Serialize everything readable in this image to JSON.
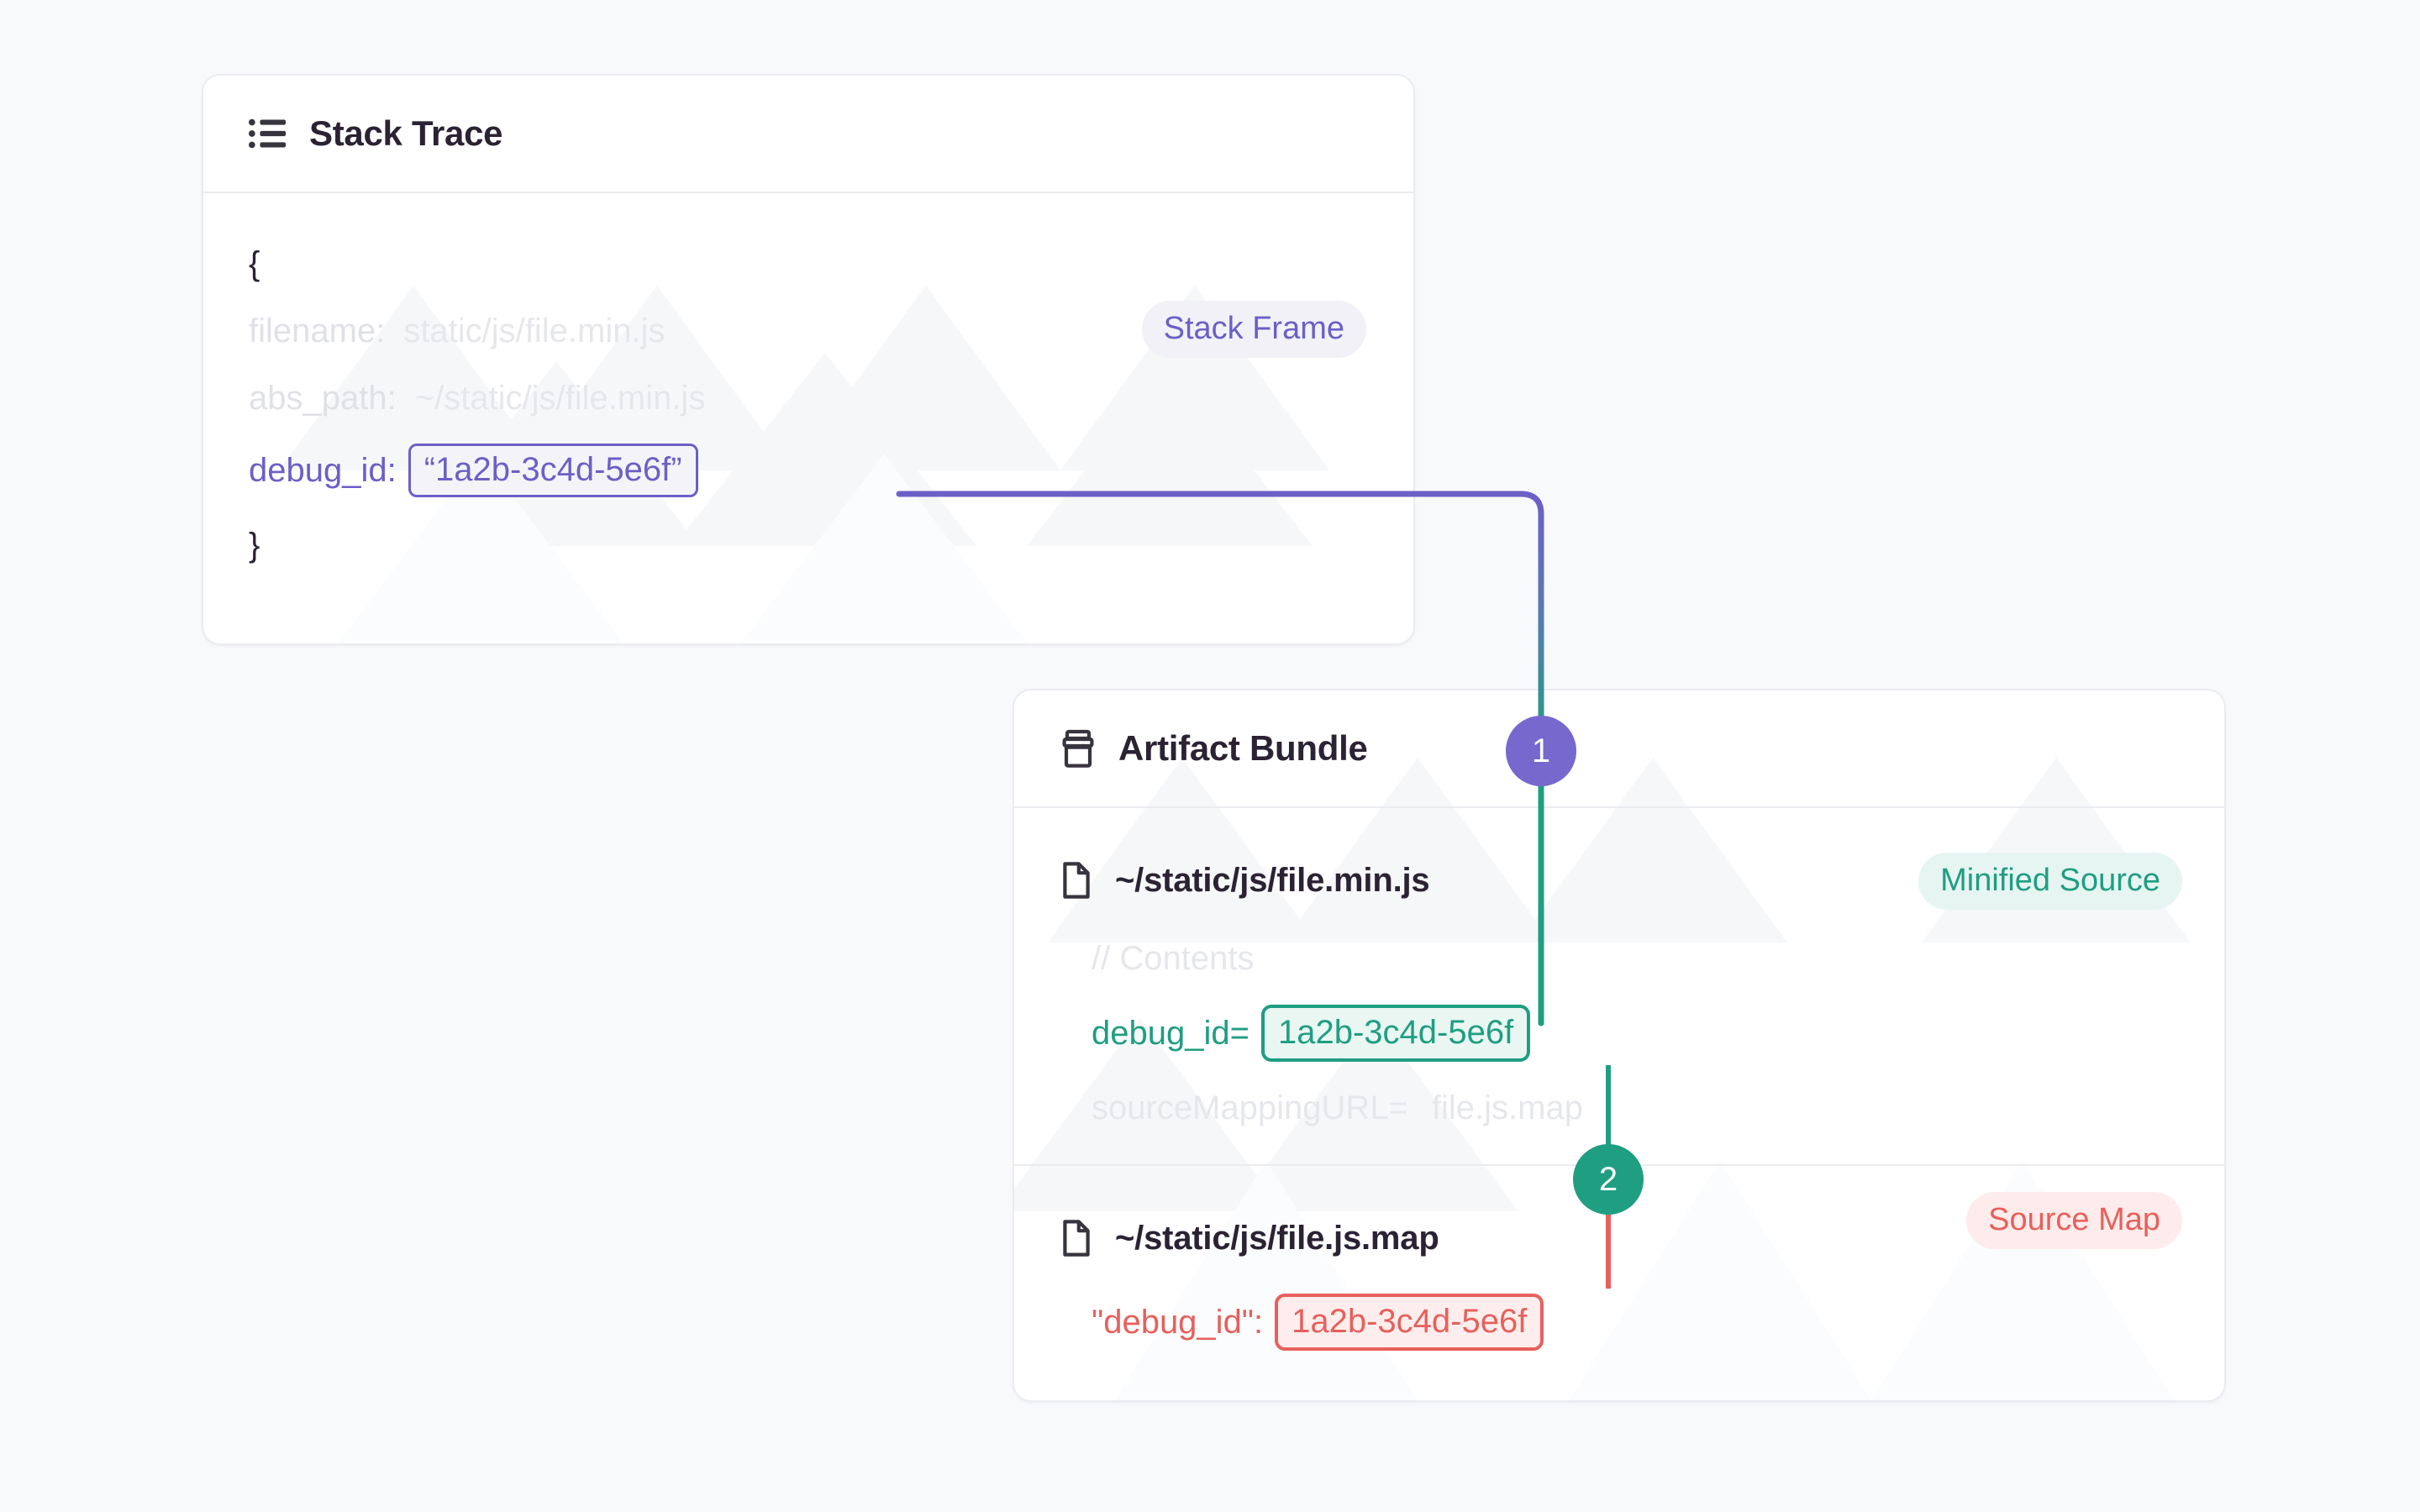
{
  "canvas": {
    "background_color": "#f8f9fb",
    "accent_purple": "#6c5fc7",
    "accent_green": "#1f9e82",
    "accent_red": "#e8605c"
  },
  "stack_trace_card": {
    "icon": "list-icon",
    "title": "Stack Trace",
    "badge": {
      "label": "Stack Frame",
      "color": "#6c5fc7",
      "background": "#f1f1f7"
    },
    "open_brace": "{",
    "close_brace": "}",
    "fields": [
      {
        "key": "filename:",
        "value": "static/js/file.min.js",
        "muted": "true"
      },
      {
        "key": "abs_path:",
        "value": "~/static/js/file.min.js",
        "muted": "true"
      }
    ],
    "debug_id": {
      "key": "debug_id:",
      "value": "“1a2b-3c4d-5e6f”"
    }
  },
  "artifact_bundle_card": {
    "icon": "bundle-icon",
    "title": "Artifact Bundle",
    "entries": [
      {
        "file_icon": "file-icon",
        "filename": "~/static/js/file.min.js",
        "badge": {
          "label": "Minified Source",
          "color": "#1f9e82",
          "background": "#e6f5f1"
        },
        "comment": "// Contents",
        "debug_id_key": "debug_id=",
        "debug_id_value": "1a2b-3c4d-5e6f",
        "source_mapping_key": "sourceMappingURL=",
        "source_mapping_value": "file.js.map"
      },
      {
        "file_icon": "file-icon",
        "filename": "~/static/js/file.js.map",
        "badge": {
          "label": "Source Map",
          "color": "#e8605c",
          "background": "#fdeceb"
        },
        "debug_id_key": "\"debug_id\":",
        "debug_id_value": "1a2b-3c4d-5e6f"
      }
    ]
  },
  "steps": [
    {
      "number": "1",
      "color": "#7768cd"
    },
    {
      "number": "2",
      "color": "#1f9e82"
    }
  ]
}
